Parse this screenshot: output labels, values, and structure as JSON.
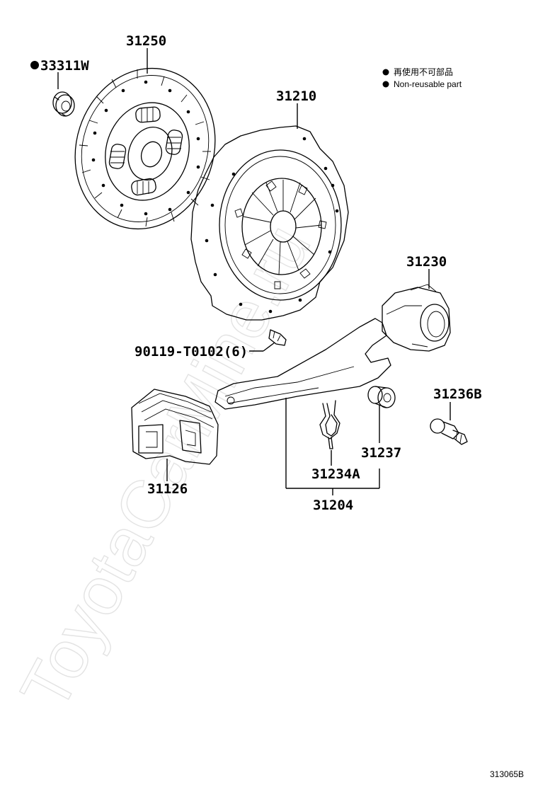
{
  "watermark": "ToyotaCarMine.ru",
  "legend": {
    "marker": "●",
    "line_ja": "再使用不可部品",
    "line_en": "Non-reusable part"
  },
  "figure_number": "313065B",
  "parts": [
    {
      "id": "p31250",
      "label": "31250"
    },
    {
      "id": "p33311W",
      "label": "33311W",
      "non_reusable": true
    },
    {
      "id": "p31210",
      "label": "31210"
    },
    {
      "id": "p31230",
      "label": "31230"
    },
    {
      "id": "p90119",
      "label": "90119-T0102(6)"
    },
    {
      "id": "p31236B",
      "label": "31236B"
    },
    {
      "id": "p31126",
      "label": "31126"
    },
    {
      "id": "p31237",
      "label": "31237"
    },
    {
      "id": "p31234A",
      "label": "31234A"
    },
    {
      "id": "p31204",
      "label": "31204"
    }
  ]
}
